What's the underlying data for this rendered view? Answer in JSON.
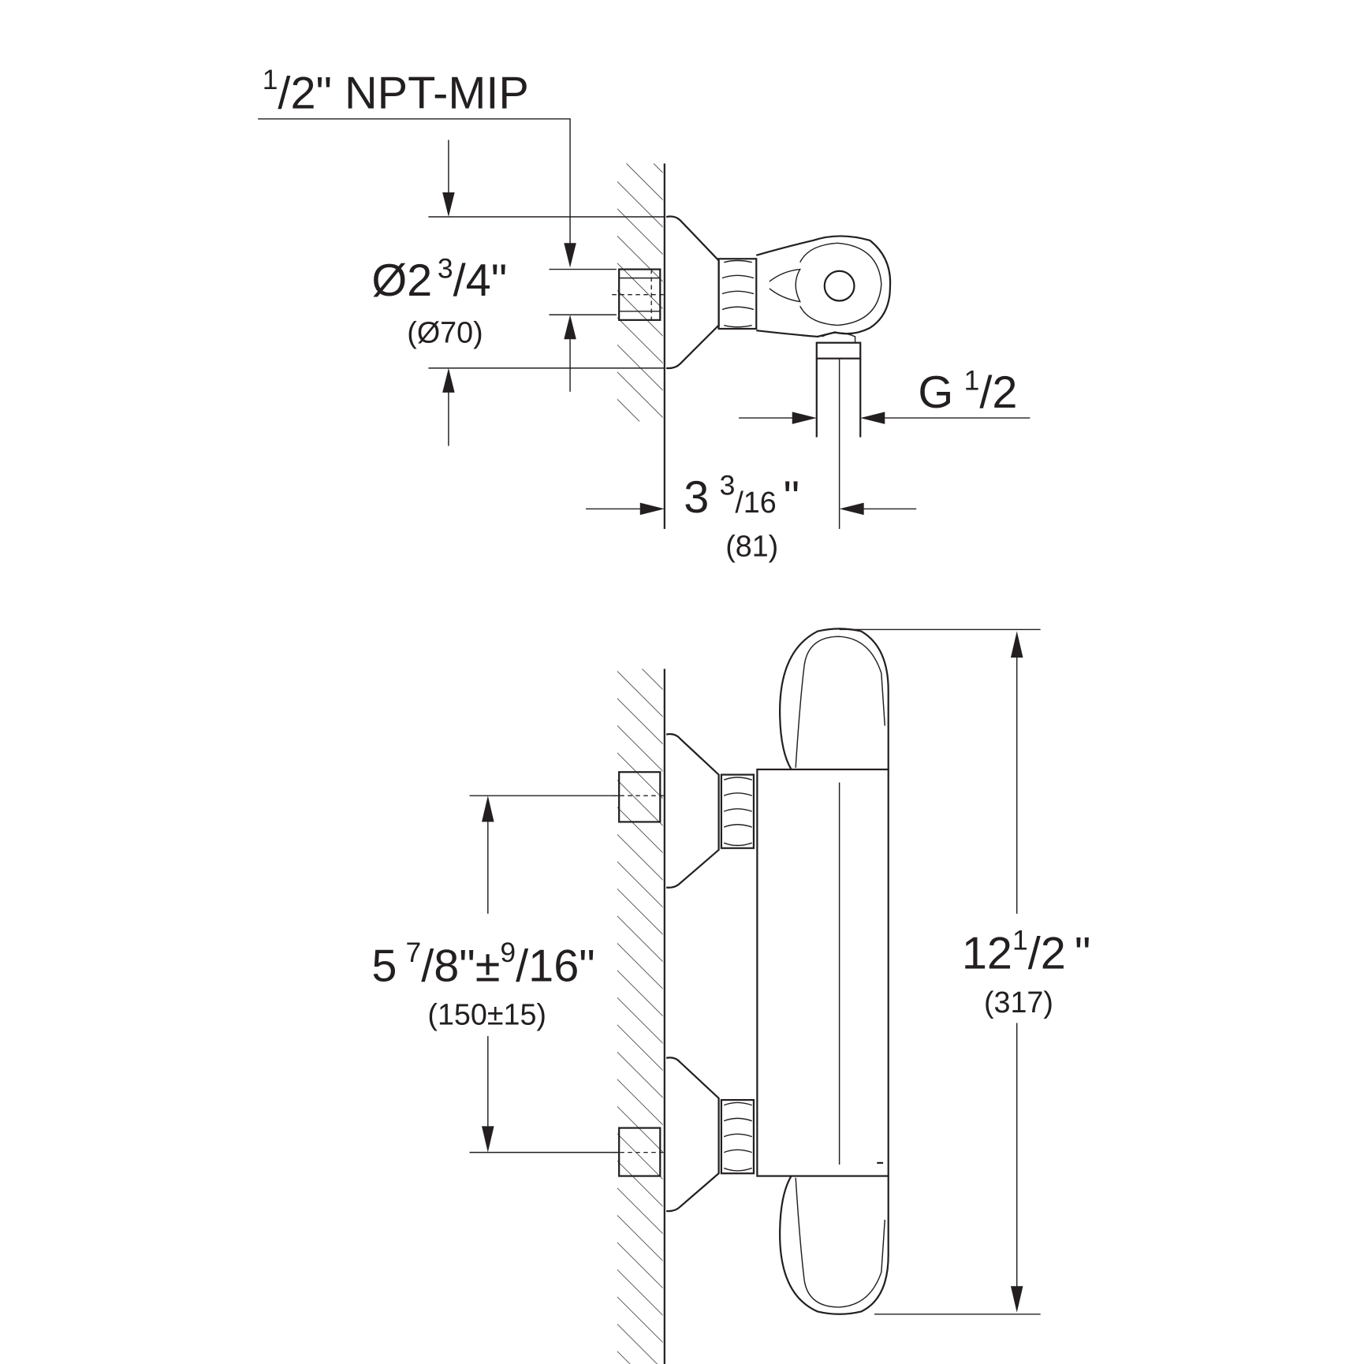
{
  "top_view": {
    "thread_label": {
      "num": "1",
      "den": "/2",
      "suffix": "\" NPT-MIP"
    },
    "escutcheon_diameter": {
      "whole": "Ø2",
      "num": "3",
      "den": "/4\"",
      "metric": "(Ø70)"
    },
    "outlet_thread": {
      "prefix": "G",
      "num": "1",
      "den": "/2"
    },
    "projection": {
      "whole": "3",
      "num": "3",
      "den": "/16",
      "suffix": "\"",
      "metric": "(81)"
    }
  },
  "front_view": {
    "center_distance": {
      "whole": "5",
      "num": "7",
      "den": "/8\"±",
      "num2": "9",
      "den2": "/16\"",
      "metric": "(150±15)"
    },
    "height": {
      "whole": "12",
      "num": "1",
      "den": "/2",
      "suffix": "\"",
      "metric": "(317)"
    }
  }
}
